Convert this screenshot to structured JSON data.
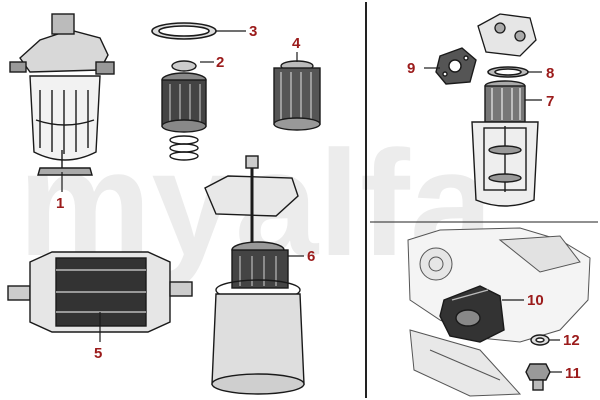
{
  "colors": {
    "callout": "#9b1b1b",
    "divider": "#222222",
    "watermark": "#ececec",
    "ink": "#1a1a1a"
  },
  "watermark": {
    "text": "myalfa"
  },
  "callouts": [
    {
      "id": "1",
      "label": "1",
      "icon": "sediment-fuel-filter-bowl"
    },
    {
      "id": "2",
      "label": "2",
      "icon": "filter-cartridge-with-ring"
    },
    {
      "id": "3",
      "label": "3",
      "icon": "flat-gasket"
    },
    {
      "id": "4",
      "label": "4",
      "icon": "pleated-filter-element"
    },
    {
      "id": "5",
      "label": "5",
      "icon": "inline-fuel-filter"
    },
    {
      "id": "6",
      "label": "6",
      "icon": "canister-oil-filter-assembly"
    },
    {
      "id": "7",
      "label": "7",
      "icon": "oil-filter-element"
    },
    {
      "id": "8",
      "label": "8",
      "icon": "o-ring-seal"
    },
    {
      "id": "9",
      "label": "9",
      "icon": "mounting-gasket"
    },
    {
      "id": "10",
      "label": "10",
      "icon": "spin-on-oil-filter"
    },
    {
      "id": "11",
      "label": "11",
      "icon": "drain-plug"
    },
    {
      "id": "12",
      "label": "12",
      "icon": "sealing-washer"
    }
  ]
}
